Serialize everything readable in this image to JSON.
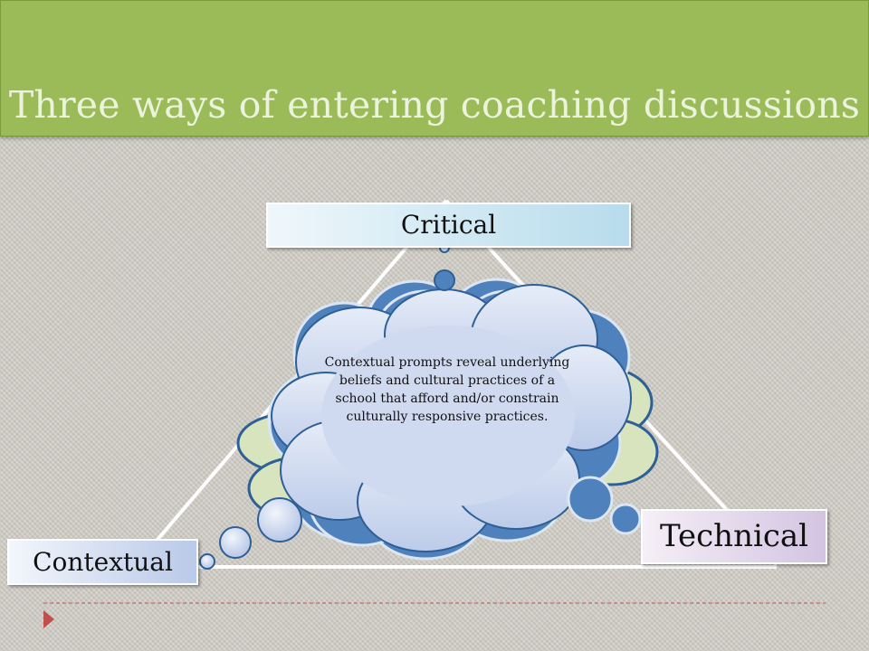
{
  "slide": {
    "title": "Three ways of entering coaching discussions"
  },
  "diagram": {
    "labels": {
      "critical": "Critical",
      "contextual": "Contextual",
      "technical": "Technical"
    },
    "cloud_text": "Contextual prompts reveal underlying beliefs and cultural practices of a school that afford and/or constrain culturally responsive practices."
  },
  "colors": {
    "title_bar": "#9bbb59",
    "title_text": "#ecf3dc",
    "cloud_fill_front": "#d4dff3",
    "cloud_fill_back": "#4f81bd",
    "cloud_fill_green": "#d7e4bd",
    "footer_line": "#c0504d"
  },
  "icons": {
    "footer": "triangle-right-icon"
  }
}
